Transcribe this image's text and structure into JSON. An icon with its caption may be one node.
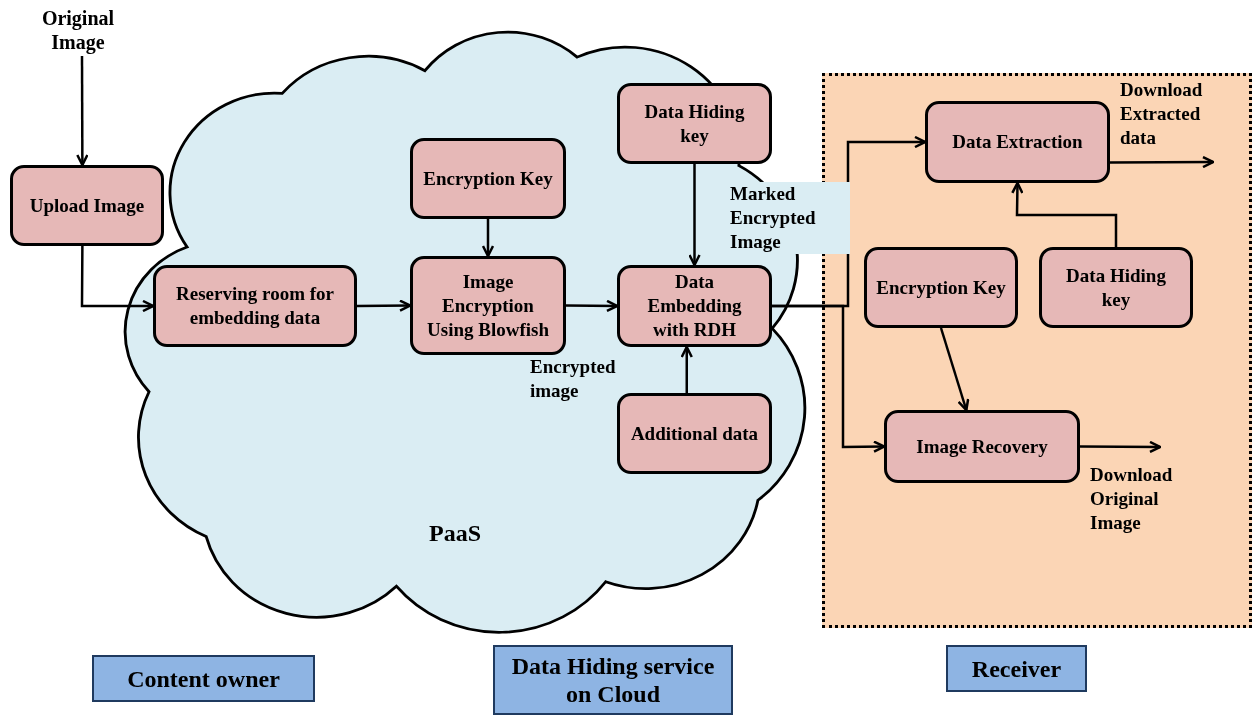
{
  "diagram": {
    "nodes": [
      {
        "text": [
          "Original Image"
        ]
      },
      {
        "text": [
          "Upload Image"
        ]
      },
      {
        "text": [
          "PaaS"
        ]
      },
      {
        "text": [
          "Reserving room for embedding data"
        ],
        "in": 2
      },
      {
        "text": [
          "Encryption Key"
        ],
        "in": 2
      },
      {
        "text": [
          "Image Encryption Using Blowfish"
        ],
        "in": 2
      },
      {
        "text": [
          "Data Hiding key"
        ],
        "in": 2
      },
      {
        "text": [
          "Data Embedding with RDH"
        ],
        "in": 2
      },
      {
        "text": [
          "Additional data"
        ],
        "in": 2
      },
      {
        "text": [],
        "shape": "box"
      },
      {
        "text": [
          "Data Extraction"
        ],
        "in": 9
      },
      {
        "text": [
          "Encryption Key"
        ],
        "in": 9
      },
      {
        "text": [
          "Data Hiding key"
        ],
        "in": 9
      },
      {
        "text": [
          "Image Recovery"
        ],
        "in": 9
      },
      {
        "text": [
          "Content owner"
        ]
      },
      {
        "text": [
          "Data Hiding service on Cloud"
        ]
      },
      {
        "text": [
          "Receiver"
        ]
      }
    ],
    "edges": [
      {
        "from": 0,
        "to": 1,
        "arrow": "to"
      },
      {
        "from": 1,
        "to": 3,
        "arrow": "to"
      },
      {
        "from": 3,
        "to": 5,
        "arrow": "to"
      },
      {
        "from": 4,
        "to": 5,
        "arrow": "to"
      },
      {
        "from": 5,
        "to": 7,
        "arrow": "to",
        "label": "Encrypted image"
      },
      {
        "from": 6,
        "to": 7,
        "arrow": "to"
      },
      {
        "from": 8,
        "to": 7,
        "arrow": "to"
      },
      {
        "from": 7,
        "to": 10,
        "arrow": "to",
        "label": "Marked Encrypted Image"
      },
      {
        "from": 7,
        "to": 13,
        "arrow": "to"
      },
      {
        "from": 12,
        "to": 10,
        "arrow": "to"
      },
      {
        "from": 11,
        "to": 13,
        "arrow": "to"
      },
      {
        "from": 10,
        "to": null,
        "arrow": "to",
        "label": "Download Extracted data"
      },
      {
        "from": 13,
        "to": null,
        "arrow": "to",
        "label": "Download Original Image"
      }
    ]
  }
}
